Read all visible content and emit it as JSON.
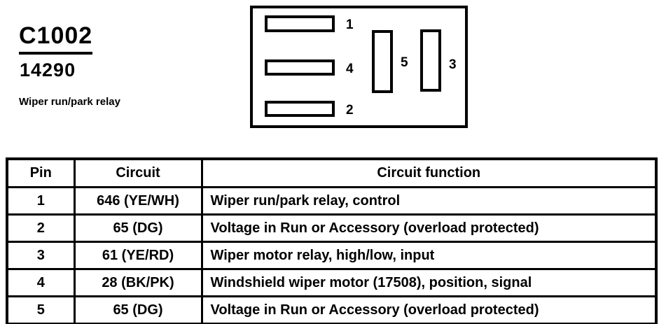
{
  "header": {
    "connector_id": "C1002",
    "part_number": "14290",
    "description": "Wiper run/park relay"
  },
  "connector_diagram": {
    "slots": [
      {
        "label": "1",
        "orientation": "horizontal"
      },
      {
        "label": "4",
        "orientation": "horizontal"
      },
      {
        "label": "2",
        "orientation": "horizontal"
      },
      {
        "label": "5",
        "orientation": "vertical"
      },
      {
        "label": "3",
        "orientation": "vertical"
      }
    ]
  },
  "pin_table": {
    "headers": [
      "Pin",
      "Circuit",
      "Circuit function"
    ],
    "rows": [
      {
        "pin": "1",
        "circuit": "646 (YE/WH)",
        "function": "Wiper run/park relay, control"
      },
      {
        "pin": "2",
        "circuit": "65 (DG)",
        "function": "Voltage in Run or Accessory (overload protected)"
      },
      {
        "pin": "3",
        "circuit": "61 (YE/RD)",
        "function": "Wiper motor relay, high/low, input"
      },
      {
        "pin": "4",
        "circuit": "28 (BK/PK)",
        "function": "Windshield wiper motor (17508), position, signal"
      },
      {
        "pin": "5",
        "circuit": "65 (DG)",
        "function": "Voltage in Run or Accessory (overload protected)"
      }
    ]
  },
  "colors": {
    "ink": "#000000",
    "background": "#ffffff"
  }
}
